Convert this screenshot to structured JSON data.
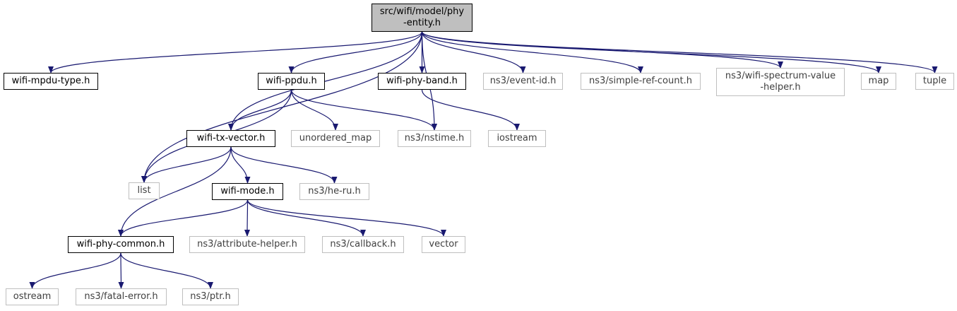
{
  "diagram": {
    "colors": {
      "edge": "#191970",
      "local_border": "#000000",
      "external_border": "#bfbfbf",
      "root_fill": "#bfbfbf"
    },
    "nodes": [
      {
        "id": "root",
        "label": "src/wifi/model/phy\n-entity.h",
        "kind": "root"
      },
      {
        "id": "wifi-mpdu-type",
        "label": "wifi-mpdu-type.h",
        "kind": "local"
      },
      {
        "id": "list",
        "label": "list",
        "kind": "external"
      },
      {
        "id": "wifi-tx-vector",
        "label": "wifi-tx-vector.h",
        "kind": "local"
      },
      {
        "id": "wifi-ppdu",
        "label": "wifi-ppdu.h",
        "kind": "local"
      },
      {
        "id": "ns3-nstime",
        "label": "ns3/nstime.h",
        "kind": "external"
      },
      {
        "id": "wifi-phy-band",
        "label": "wifi-phy-band.h",
        "kind": "local"
      },
      {
        "id": "ns3-event-id",
        "label": "ns3/event-id.h",
        "kind": "external"
      },
      {
        "id": "ns3-simple-ref-count",
        "label": "ns3/simple-ref-count.h",
        "kind": "external"
      },
      {
        "id": "ns3-wifi-spectrum-value-helper",
        "label": "ns3/wifi-spectrum-value\n-helper.h",
        "kind": "external"
      },
      {
        "id": "map",
        "label": "map",
        "kind": "external"
      },
      {
        "id": "tuple",
        "label": "tuple",
        "kind": "external"
      },
      {
        "id": "unordered-map",
        "label": "unordered_map",
        "kind": "external"
      },
      {
        "id": "iostream",
        "label": "iostream",
        "kind": "external"
      },
      {
        "id": "wifi-mode",
        "label": "wifi-mode.h",
        "kind": "local"
      },
      {
        "id": "ns3-he-ru",
        "label": "ns3/he-ru.h",
        "kind": "external"
      },
      {
        "id": "wifi-phy-common",
        "label": "wifi-phy-common.h",
        "kind": "local"
      },
      {
        "id": "ns3-attribute-helper",
        "label": "ns3/attribute-helper.h",
        "kind": "external"
      },
      {
        "id": "ns3-callback",
        "label": "ns3/callback.h",
        "kind": "external"
      },
      {
        "id": "vector",
        "label": "vector",
        "kind": "external"
      },
      {
        "id": "ostream",
        "label": "ostream",
        "kind": "external"
      },
      {
        "id": "ns3-fatal-error",
        "label": "ns3/fatal-error.h",
        "kind": "external"
      },
      {
        "id": "ns3-ptr",
        "label": "ns3/ptr.h",
        "kind": "external"
      }
    ],
    "edges": [
      {
        "from": "root",
        "to": "wifi-mpdu-type"
      },
      {
        "from": "root",
        "to": "list"
      },
      {
        "from": "root",
        "to": "wifi-tx-vector"
      },
      {
        "from": "root",
        "to": "wifi-ppdu"
      },
      {
        "from": "root",
        "to": "ns3-nstime"
      },
      {
        "from": "root",
        "to": "wifi-phy-band"
      },
      {
        "from": "root",
        "to": "ns3-event-id"
      },
      {
        "from": "root",
        "to": "ns3-simple-ref-count"
      },
      {
        "from": "root",
        "to": "ns3-wifi-spectrum-value-helper"
      },
      {
        "from": "root",
        "to": "map"
      },
      {
        "from": "root",
        "to": "tuple"
      },
      {
        "from": "wifi-ppdu",
        "to": "list"
      },
      {
        "from": "wifi-ppdu",
        "to": "wifi-tx-vector"
      },
      {
        "from": "wifi-ppdu",
        "to": "unordered-map"
      },
      {
        "from": "wifi-ppdu",
        "to": "ns3-nstime"
      },
      {
        "from": "wifi-phy-band",
        "to": "iostream"
      },
      {
        "from": "wifi-tx-vector",
        "to": "list"
      },
      {
        "from": "wifi-tx-vector",
        "to": "wifi-mode"
      },
      {
        "from": "wifi-tx-vector",
        "to": "ns3-he-ru"
      },
      {
        "from": "wifi-tx-vector",
        "to": "wifi-phy-common"
      },
      {
        "from": "wifi-mode",
        "to": "wifi-phy-common"
      },
      {
        "from": "wifi-mode",
        "to": "ns3-attribute-helper"
      },
      {
        "from": "wifi-mode",
        "to": "ns3-callback"
      },
      {
        "from": "wifi-mode",
        "to": "vector"
      },
      {
        "from": "wifi-phy-common",
        "to": "ostream"
      },
      {
        "from": "wifi-phy-common",
        "to": "ns3-fatal-error"
      },
      {
        "from": "wifi-phy-common",
        "to": "ns3-ptr"
      }
    ]
  }
}
